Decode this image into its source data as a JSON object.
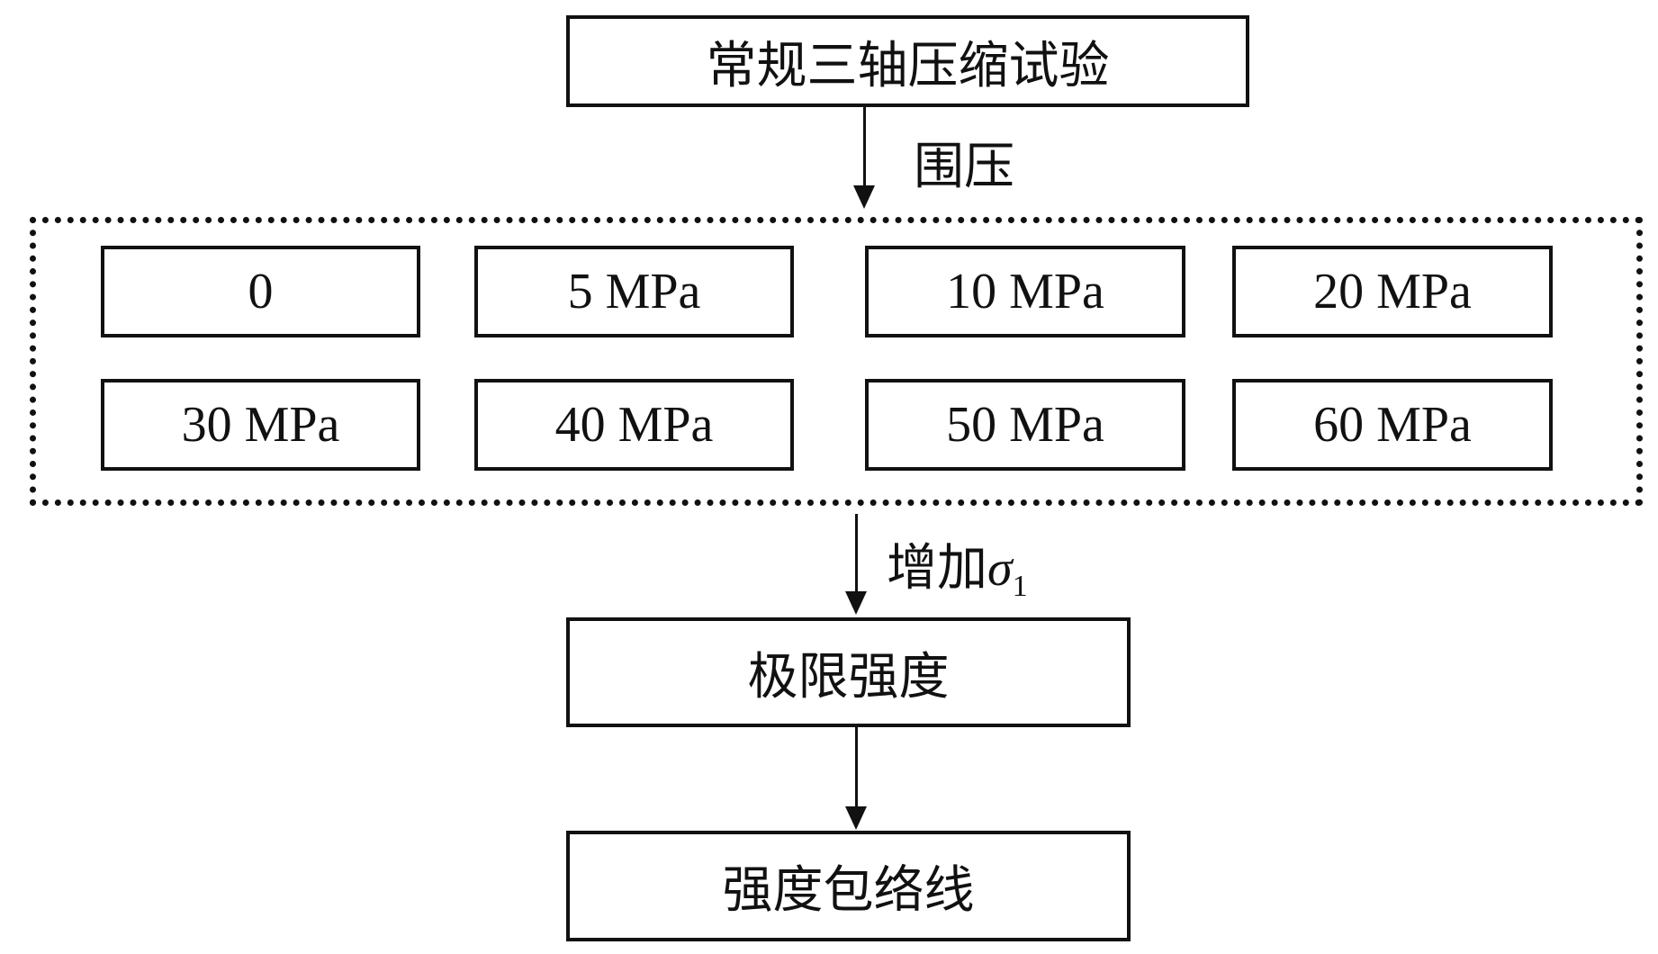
{
  "top_box": "常规三轴压缩试验",
  "arrow1_label": "围压",
  "pressures": [
    "0",
    "5 MPa",
    "10 MPa",
    "20 MPa",
    "30 MPa",
    "40 MPa",
    "50 MPa",
    "60 MPa"
  ],
  "arrow2_label": {
    "text": "增加",
    "symbol": "σ",
    "subscript": "1"
  },
  "strength_box": "极限强度",
  "envelope_box": "强度包络线"
}
